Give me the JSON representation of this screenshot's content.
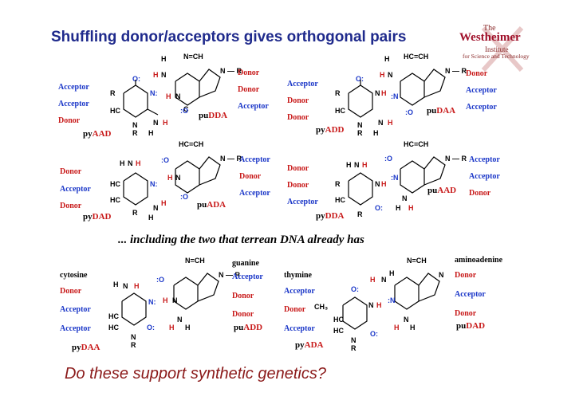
{
  "title": "Shuffling donor/acceptors gives orthogonal pairs",
  "logo": {
    "line1": "The",
    "line2": "Westheimer",
    "line3": "Institute",
    "line4": "for Science and Technology"
  },
  "subtitle": "... including  the two that terrean DNA already has",
  "question": "Do these support synthetic genetics?",
  "labels": {
    "acceptor": "Acceptor",
    "donor": "Donor"
  },
  "natural_names": {
    "cytosine": "cytosine",
    "guanine": "guanine",
    "thymine": "thymine",
    "aminoadenine": "aminoadenine"
  },
  "pairs": [
    {
      "pyr_prefix": "py",
      "pyr_code": "AAD",
      "pur_prefix": "pu",
      "pur_code": "DDA"
    },
    {
      "pyr_prefix": "py",
      "pyr_code": "ADD",
      "pur_prefix": "pu",
      "pur_code": "DAA"
    },
    {
      "pyr_prefix": "py",
      "pyr_code": "DAD",
      "pur_prefix": "pu",
      "pur_code": "ADA"
    },
    {
      "pyr_prefix": "py",
      "pyr_code": "DDA",
      "pur_prefix": "pu",
      "pur_code": "AAD"
    },
    {
      "pyr_prefix": "py",
      "pyr_code": "DAA",
      "pur_prefix": "pu",
      "pur_code": "ADD"
    },
    {
      "pyr_prefix": "py",
      "pyr_code": "ADA",
      "pur_prefix": "pu",
      "pur_code": "DAD"
    }
  ],
  "colors": {
    "title": "#1f2a8c",
    "acceptor": "#1a36c8",
    "donor": "#c81a1a",
    "question": "#8b1a1a"
  }
}
